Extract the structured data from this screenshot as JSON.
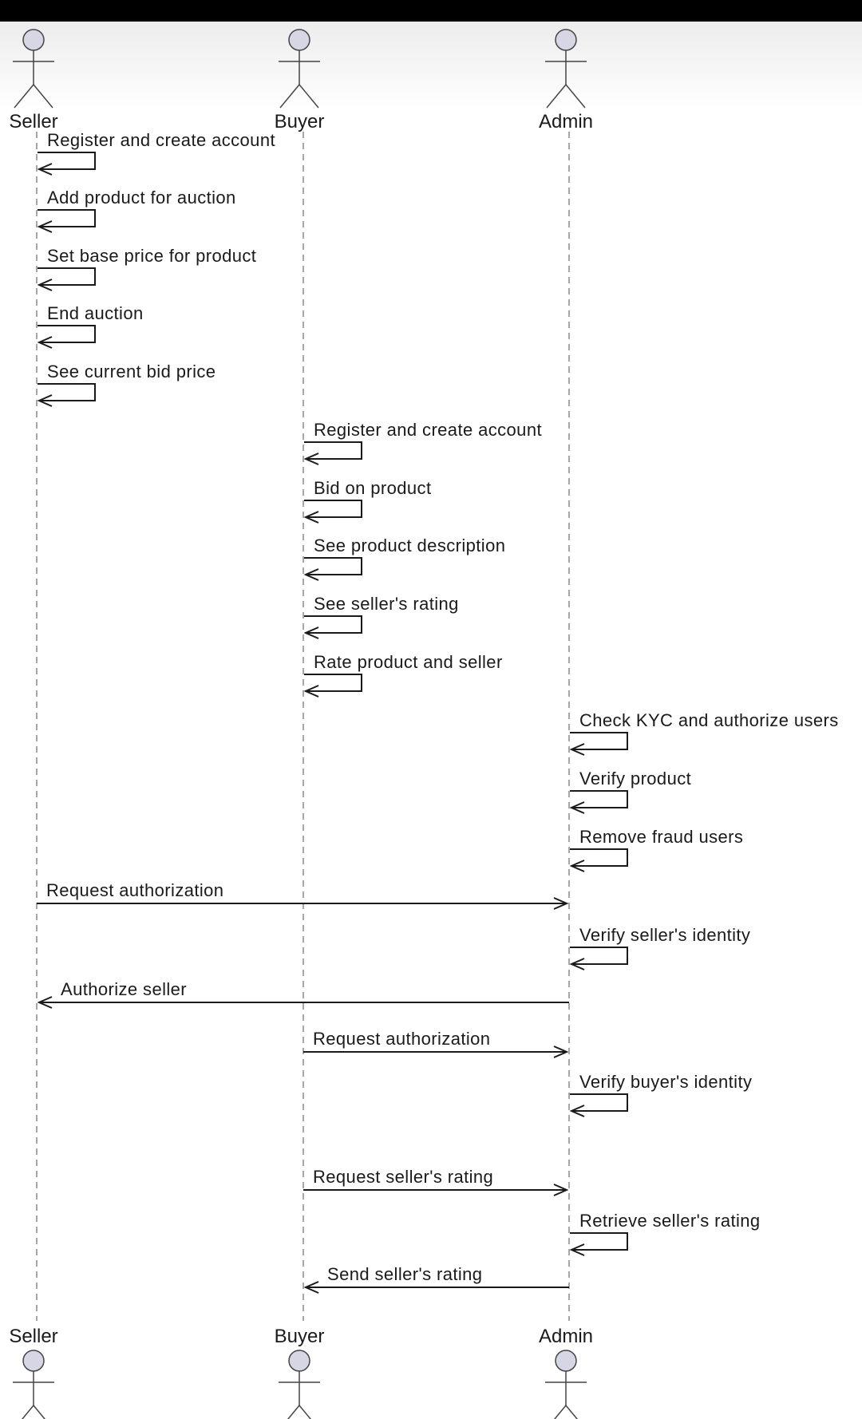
{
  "actors": [
    {
      "id": "seller",
      "name": "Seller"
    },
    {
      "id": "buyer",
      "name": "Buyer"
    },
    {
      "id": "admin",
      "name": "Admin"
    }
  ],
  "messages": [
    {
      "from": "seller",
      "to": "seller",
      "label": "Register and create account"
    },
    {
      "from": "seller",
      "to": "seller",
      "label": "Add product for auction"
    },
    {
      "from": "seller",
      "to": "seller",
      "label": "Set base price for product"
    },
    {
      "from": "seller",
      "to": "seller",
      "label": "End auction"
    },
    {
      "from": "seller",
      "to": "seller",
      "label": "See current bid price"
    },
    {
      "from": "buyer",
      "to": "buyer",
      "label": "Register and create account"
    },
    {
      "from": "buyer",
      "to": "buyer",
      "label": "Bid on product"
    },
    {
      "from": "buyer",
      "to": "buyer",
      "label": "See product description"
    },
    {
      "from": "buyer",
      "to": "buyer",
      "label": "See seller's rating"
    },
    {
      "from": "buyer",
      "to": "buyer",
      "label": "Rate product and seller"
    },
    {
      "from": "admin",
      "to": "admin",
      "label": "Check KYC and authorize users"
    },
    {
      "from": "admin",
      "to": "admin",
      "label": "Verify product"
    },
    {
      "from": "admin",
      "to": "admin",
      "label": "Remove fraud users"
    },
    {
      "from": "seller",
      "to": "admin",
      "label": "Request authorization"
    },
    {
      "from": "admin",
      "to": "admin",
      "label": "Verify seller's identity"
    },
    {
      "from": "admin",
      "to": "seller",
      "label": "Authorize seller"
    },
    {
      "from": "buyer",
      "to": "admin",
      "label": "Request authorization"
    },
    {
      "from": "admin",
      "to": "admin",
      "label": "Verify buyer's identity"
    },
    {
      "from": "buyer",
      "to": "admin",
      "label": "Request seller's rating"
    },
    {
      "from": "admin",
      "to": "admin",
      "label": "Retrieve seller's rating"
    },
    {
      "from": "admin",
      "to": "buyer",
      "label": "Send seller's rating"
    }
  ],
  "colors": {
    "actor_fill": "#d6d6e4",
    "actor_stroke": "#444444",
    "lifeline": "#888888",
    "arrow": "#1a1a1a"
  }
}
